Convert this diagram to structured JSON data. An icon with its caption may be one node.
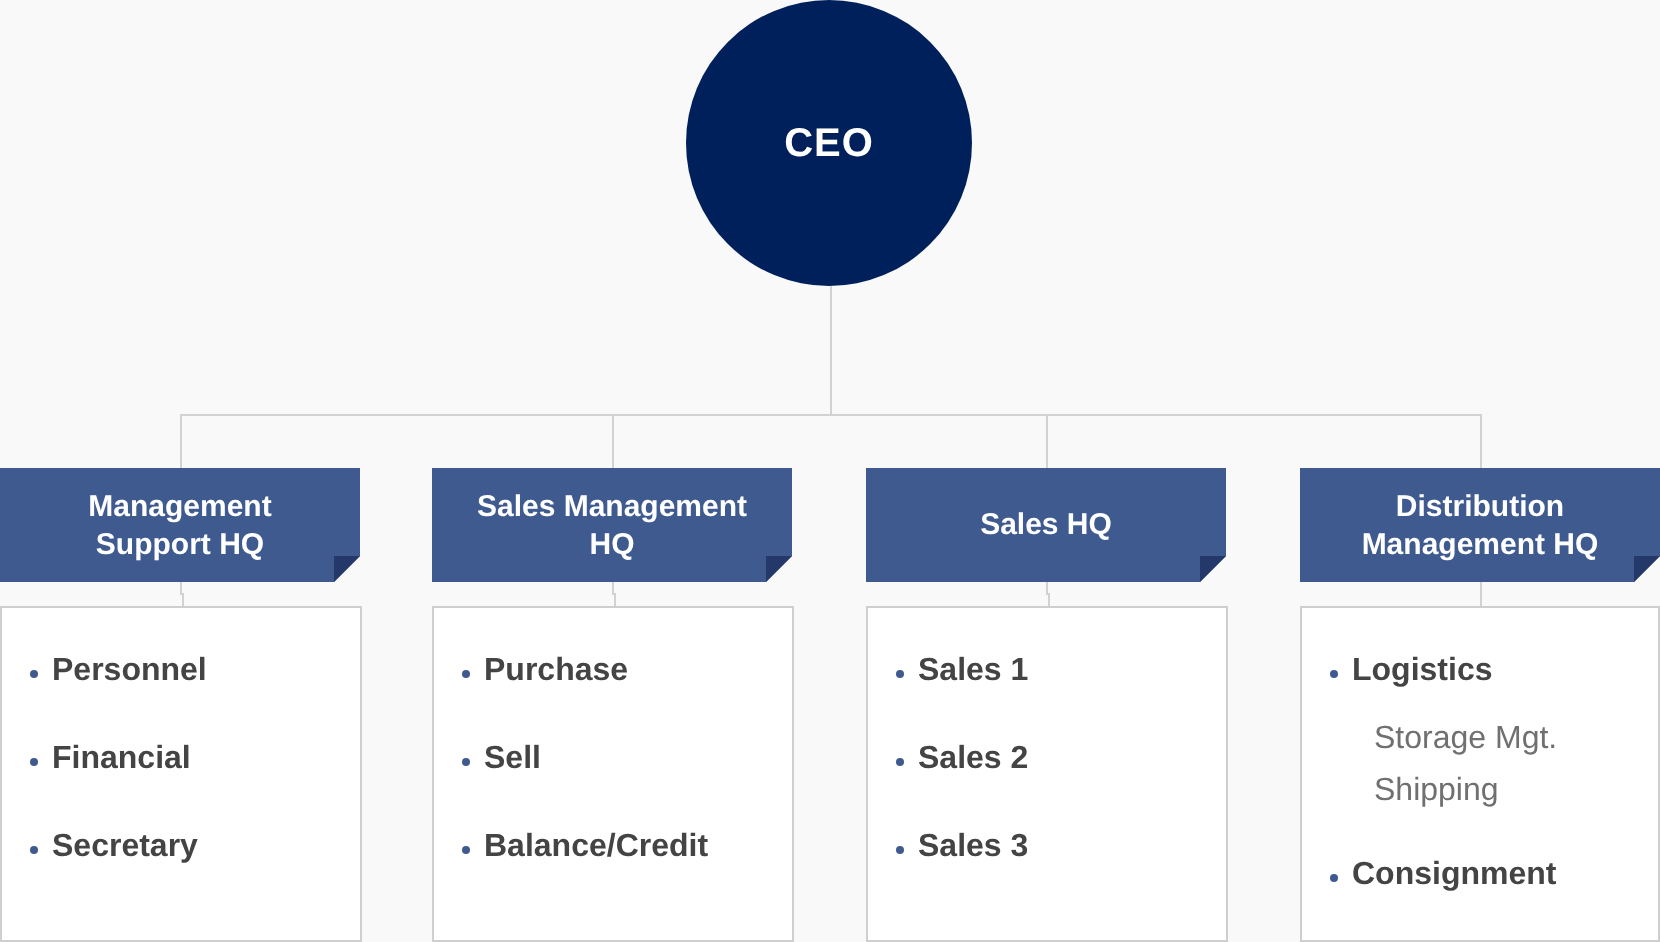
{
  "diagram": {
    "nodes": [
      {
        "text": [
          "CEO"
        ]
      },
      {
        "text": [
          "Management Support HQ"
        ]
      },
      {
        "text": [
          "Sales Management HQ"
        ]
      },
      {
        "text": [
          "Sales HQ"
        ]
      },
      {
        "text": [
          "Distribution Management HQ"
        ]
      },
      {
        "text": [
          "Personnel",
          "Financial",
          "Secretary"
        ]
      },
      {
        "text": [
          "Purchase",
          "Sell",
          "Balance/Credit"
        ]
      },
      {
        "text": [
          "Sales 1",
          "Sales 2",
          "Sales 3"
        ]
      },
      {
        "text": [
          "Logistics",
          "Storage Mgt.",
          "Shipping",
          "Consignment"
        ]
      }
    ],
    "edges": [
      {
        "from": 0,
        "to": 1,
        "arrow": "none"
      },
      {
        "from": 0,
        "to": 2,
        "arrow": "none"
      },
      {
        "from": 0,
        "to": 3,
        "arrow": "none"
      },
      {
        "from": 0,
        "to": 4,
        "arrow": "none"
      },
      {
        "from": 1,
        "to": 5,
        "arrow": "none"
      },
      {
        "from": 2,
        "to": 6,
        "arrow": "none"
      },
      {
        "from": 3,
        "to": 7,
        "arrow": "none"
      },
      {
        "from": 4,
        "to": 8,
        "arrow": "none"
      }
    ]
  }
}
